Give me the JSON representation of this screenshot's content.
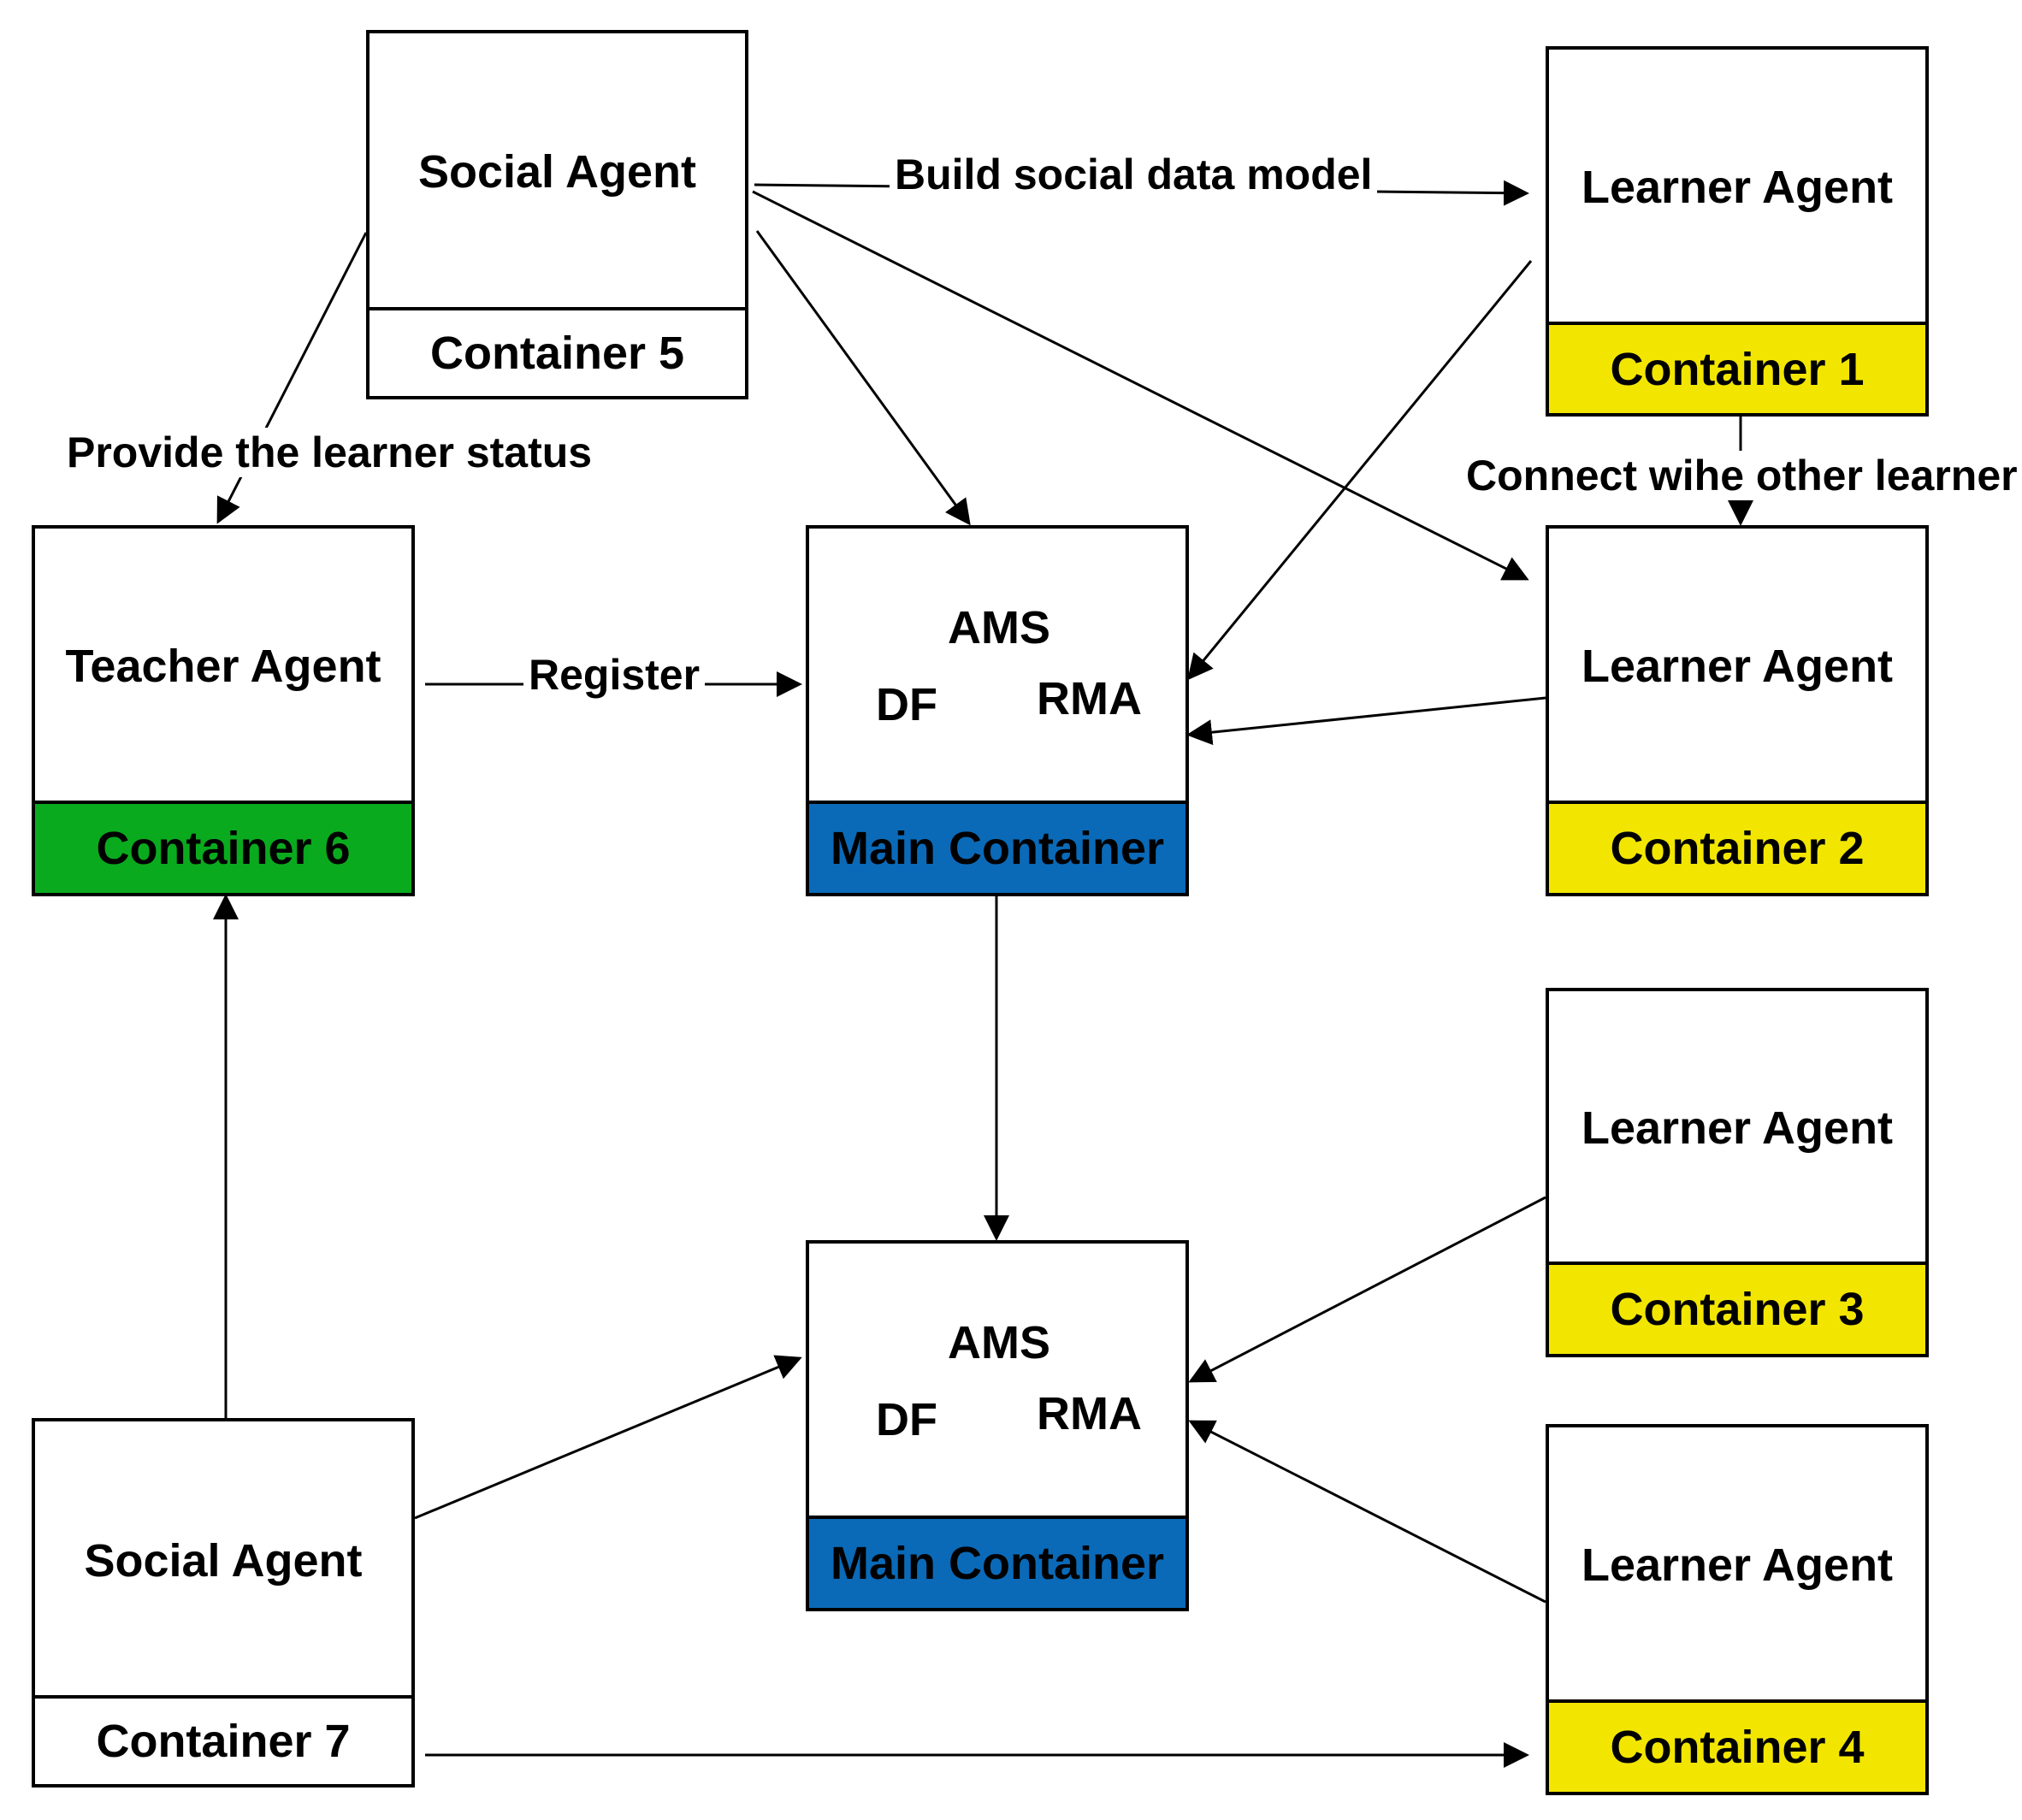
{
  "colors": {
    "yellow": "#f2e600",
    "green": "#0aaa1e",
    "blue": "#0a6ab8",
    "white": "#ffffff"
  },
  "nodes": {
    "social_agent_top": {
      "agent": "Social Agent",
      "container": "Container 5"
    },
    "learner_1": {
      "agent": "Learner Agent",
      "container": "Container 1"
    },
    "learner_2": {
      "agent": "Learner Agent",
      "container": "Container 2"
    },
    "learner_3": {
      "agent": "Learner Agent",
      "container": "Container 3"
    },
    "learner_4": {
      "agent": "Learner Agent",
      "container": "Container 4"
    },
    "teacher": {
      "agent": "Teacher Agent",
      "container": "Container 6"
    },
    "social_agent_bottom": {
      "agent": "Social Agent",
      "container": "Container 7"
    },
    "main_top": {
      "ams": "AMS",
      "df": "DF",
      "rma": "RMA",
      "container": "Main Container"
    },
    "main_bottom": {
      "ams": "AMS",
      "df": "DF",
      "rma": "RMA",
      "container": "Main Container"
    }
  },
  "edge_labels": {
    "build": "Build social data model",
    "provide": "Provide the learner status",
    "connect": "Connect wihe other learner",
    "register": "Register"
  }
}
